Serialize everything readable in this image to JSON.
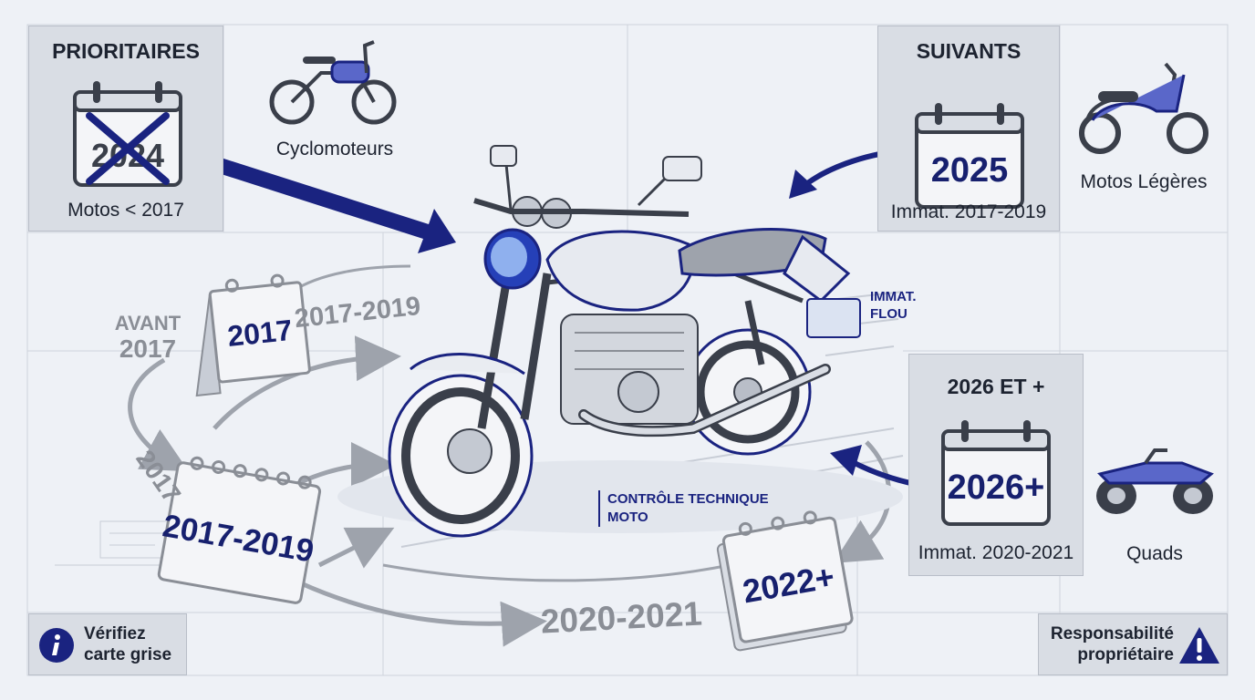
{
  "colors": {
    "navy": "#1a2380",
    "grey_line": "#9ea3ac",
    "panel": "#d9dde4",
    "background": "#eef1f6"
  },
  "panels": {
    "priority": {
      "heading": "PRIORITAIRES",
      "calendar_year": "2024",
      "caption": "Motos < 2017",
      "icon": "crossed-calendar-icon"
    },
    "next": {
      "heading": "SUIVANTS",
      "calendar_year": "2025",
      "caption": "Immat. 2017-2019",
      "icon": "calendar-icon"
    },
    "later": {
      "heading": "2026 ET +",
      "calendar_year": "2026+",
      "caption": "Immat. 2020-2021",
      "icon": "calendar-icon"
    }
  },
  "vehicles": {
    "moped": {
      "label": "Cyclomoteurs",
      "icon": "moped-icon"
    },
    "scooter": {
      "label": "Motos Légères",
      "icon": "scooter-icon"
    },
    "quad": {
      "label": "Quads",
      "icon": "quad-icon"
    }
  },
  "timeline": {
    "avant": "AVANT",
    "avant_year": "2017",
    "cal_2017": "2017",
    "arc_2017_2019": "2017-2019",
    "side_2017": "2017",
    "cal_2017_2019": "2017-2019",
    "arc_2020_2021": "2020-2021",
    "cal_2022": "2022+"
  },
  "annotations": {
    "plate_line1": "IMMAT.",
    "plate_line2": "FLOU",
    "ct_line1": "CONTRÔLE TECHNIQUE",
    "ct_line2": "MOTO"
  },
  "notes": {
    "check_line1": "Vérifiez",
    "check_line2": "carte grise",
    "check_icon": "info-icon",
    "owner_line1": "Responsabilité",
    "owner_line2": "propriétaire",
    "owner_icon": "warning-icon"
  }
}
